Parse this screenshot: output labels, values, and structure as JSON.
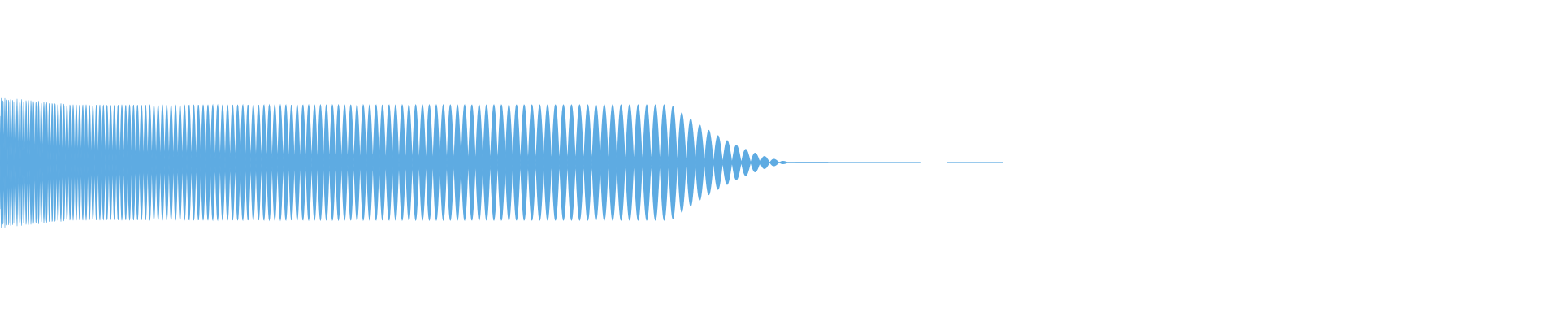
{
  "waveform": {
    "color": "#5eabe2",
    "background": "#ffffff",
    "envelope": {
      "start_amplitude": 0.85,
      "plateau_amplitude": 0.75,
      "decay_start_fraction": 0.43,
      "signal_end_fraction": 0.51,
      "tail_segments": [
        {
          "start_fraction": 0.51,
          "end_fraction": 0.59
        },
        {
          "start_fraction": 0.607,
          "end_fraction": 0.643
        }
      ]
    },
    "cycles": {
      "dense_start_fraction": 0.0,
      "cycle_count": 62
    }
  }
}
